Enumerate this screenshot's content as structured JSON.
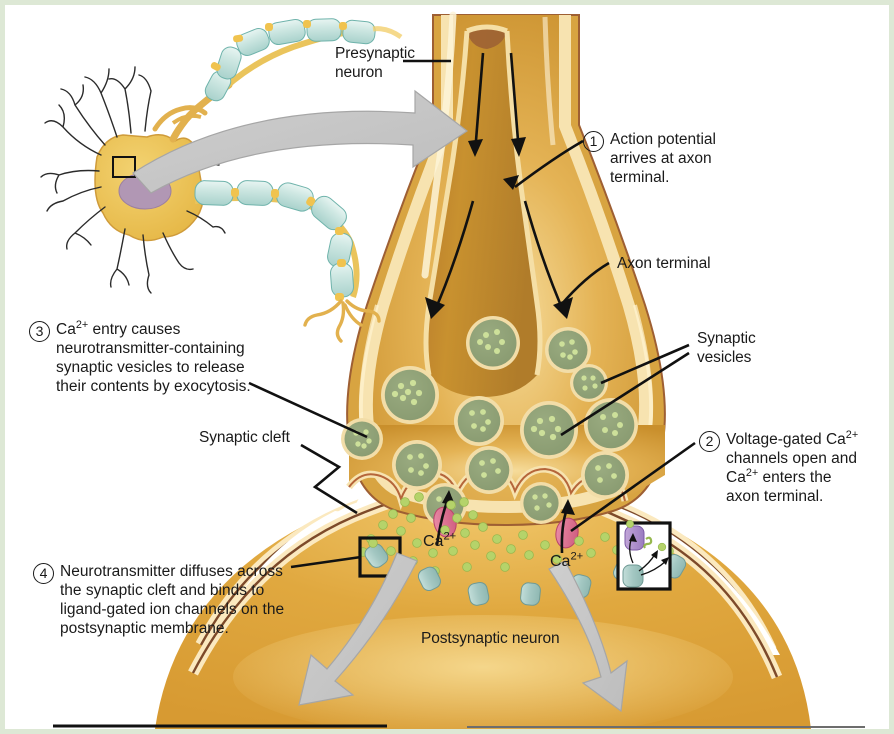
{
  "figure": {
    "border_color": "#dde8d5",
    "background": "#ffffff",
    "title": ""
  },
  "labels": {
    "presynaptic_neuron": "Presynaptic\nneuron",
    "axon_terminal": "Axon terminal",
    "synaptic_vesicles": "Synaptic\nvesicles",
    "synaptic_cleft": "Synaptic cleft",
    "postsynaptic_neuron": "Postsynaptic neuron",
    "calcium_left": "Ca",
    "calcium_left_charge": "2+",
    "calcium_right": "Ca",
    "calcium_right_charge": "2+"
  },
  "steps": [
    {
      "number": "1",
      "text": "Action potential\narrives at axon\nterminal."
    },
    {
      "number": "2",
      "text_parts": [
        "Voltage-gated Ca",
        "2+",
        "\nchannels open and\nCa",
        "2+",
        " enters the\naxon terminal."
      ],
      "text": "Voltage-gated Ca2+ channels open and Ca2+ enters the axon terminal."
    },
    {
      "number": "3",
      "text_parts": [
        "Ca",
        "2+",
        " entry causes\nneurotransmitter-containing\nsynaptic vesicles to release\ntheir contents by exocytosis."
      ],
      "text": "Ca2+ entry causes neurotransmitter-containing synaptic vesicles to release their contents by exocytosis."
    },
    {
      "number": "4",
      "text": "Neurotransmitter diffuses across\nthe synaptic cleft and binds to\nligand-gated ion channels on the\npostsynaptic membrane."
    }
  ],
  "colors": {
    "axon_membrane_outer": "#e3b45a",
    "axon_membrane_pale": "#f7e3b0",
    "axon_lumen": "#c9912f",
    "terminal_fill": "#d9a33c",
    "terminal_highlight": "#f3d98f",
    "vesicle_fill": "#8d9e74",
    "vesicle_rim": "#f2dda8",
    "vesicle_dot": "#c9dd96",
    "neurotransmitter": "#b5d36a",
    "calcium_channel": "#dd7391",
    "ligand_channel": "#a8cbc8",
    "ligand_channel_open": "#a98cc4",
    "postsynaptic_fill": "#dfa63d",
    "postsynaptic_membrane_line": "#7d4a2a",
    "soma_fill": "#edc452",
    "nucleus_fill": "#b197b4",
    "myelin_fill": "#cfe6e2",
    "dendrite_stroke": "#2b2b2b",
    "gray_arrow": "#c6c6c6",
    "gray_arrow_stroke": "#9a9a9a",
    "leader_line": "#1a1a1a"
  },
  "callout_boxes": [
    {
      "name": "neuron-zoom-box"
    },
    {
      "name": "ligand-channel-closed-box"
    },
    {
      "name": "ligand-channel-open-box"
    }
  ],
  "bottom_panels": [
    {
      "name": "bottom-panel-left"
    },
    {
      "name": "bottom-panel-right"
    }
  ]
}
